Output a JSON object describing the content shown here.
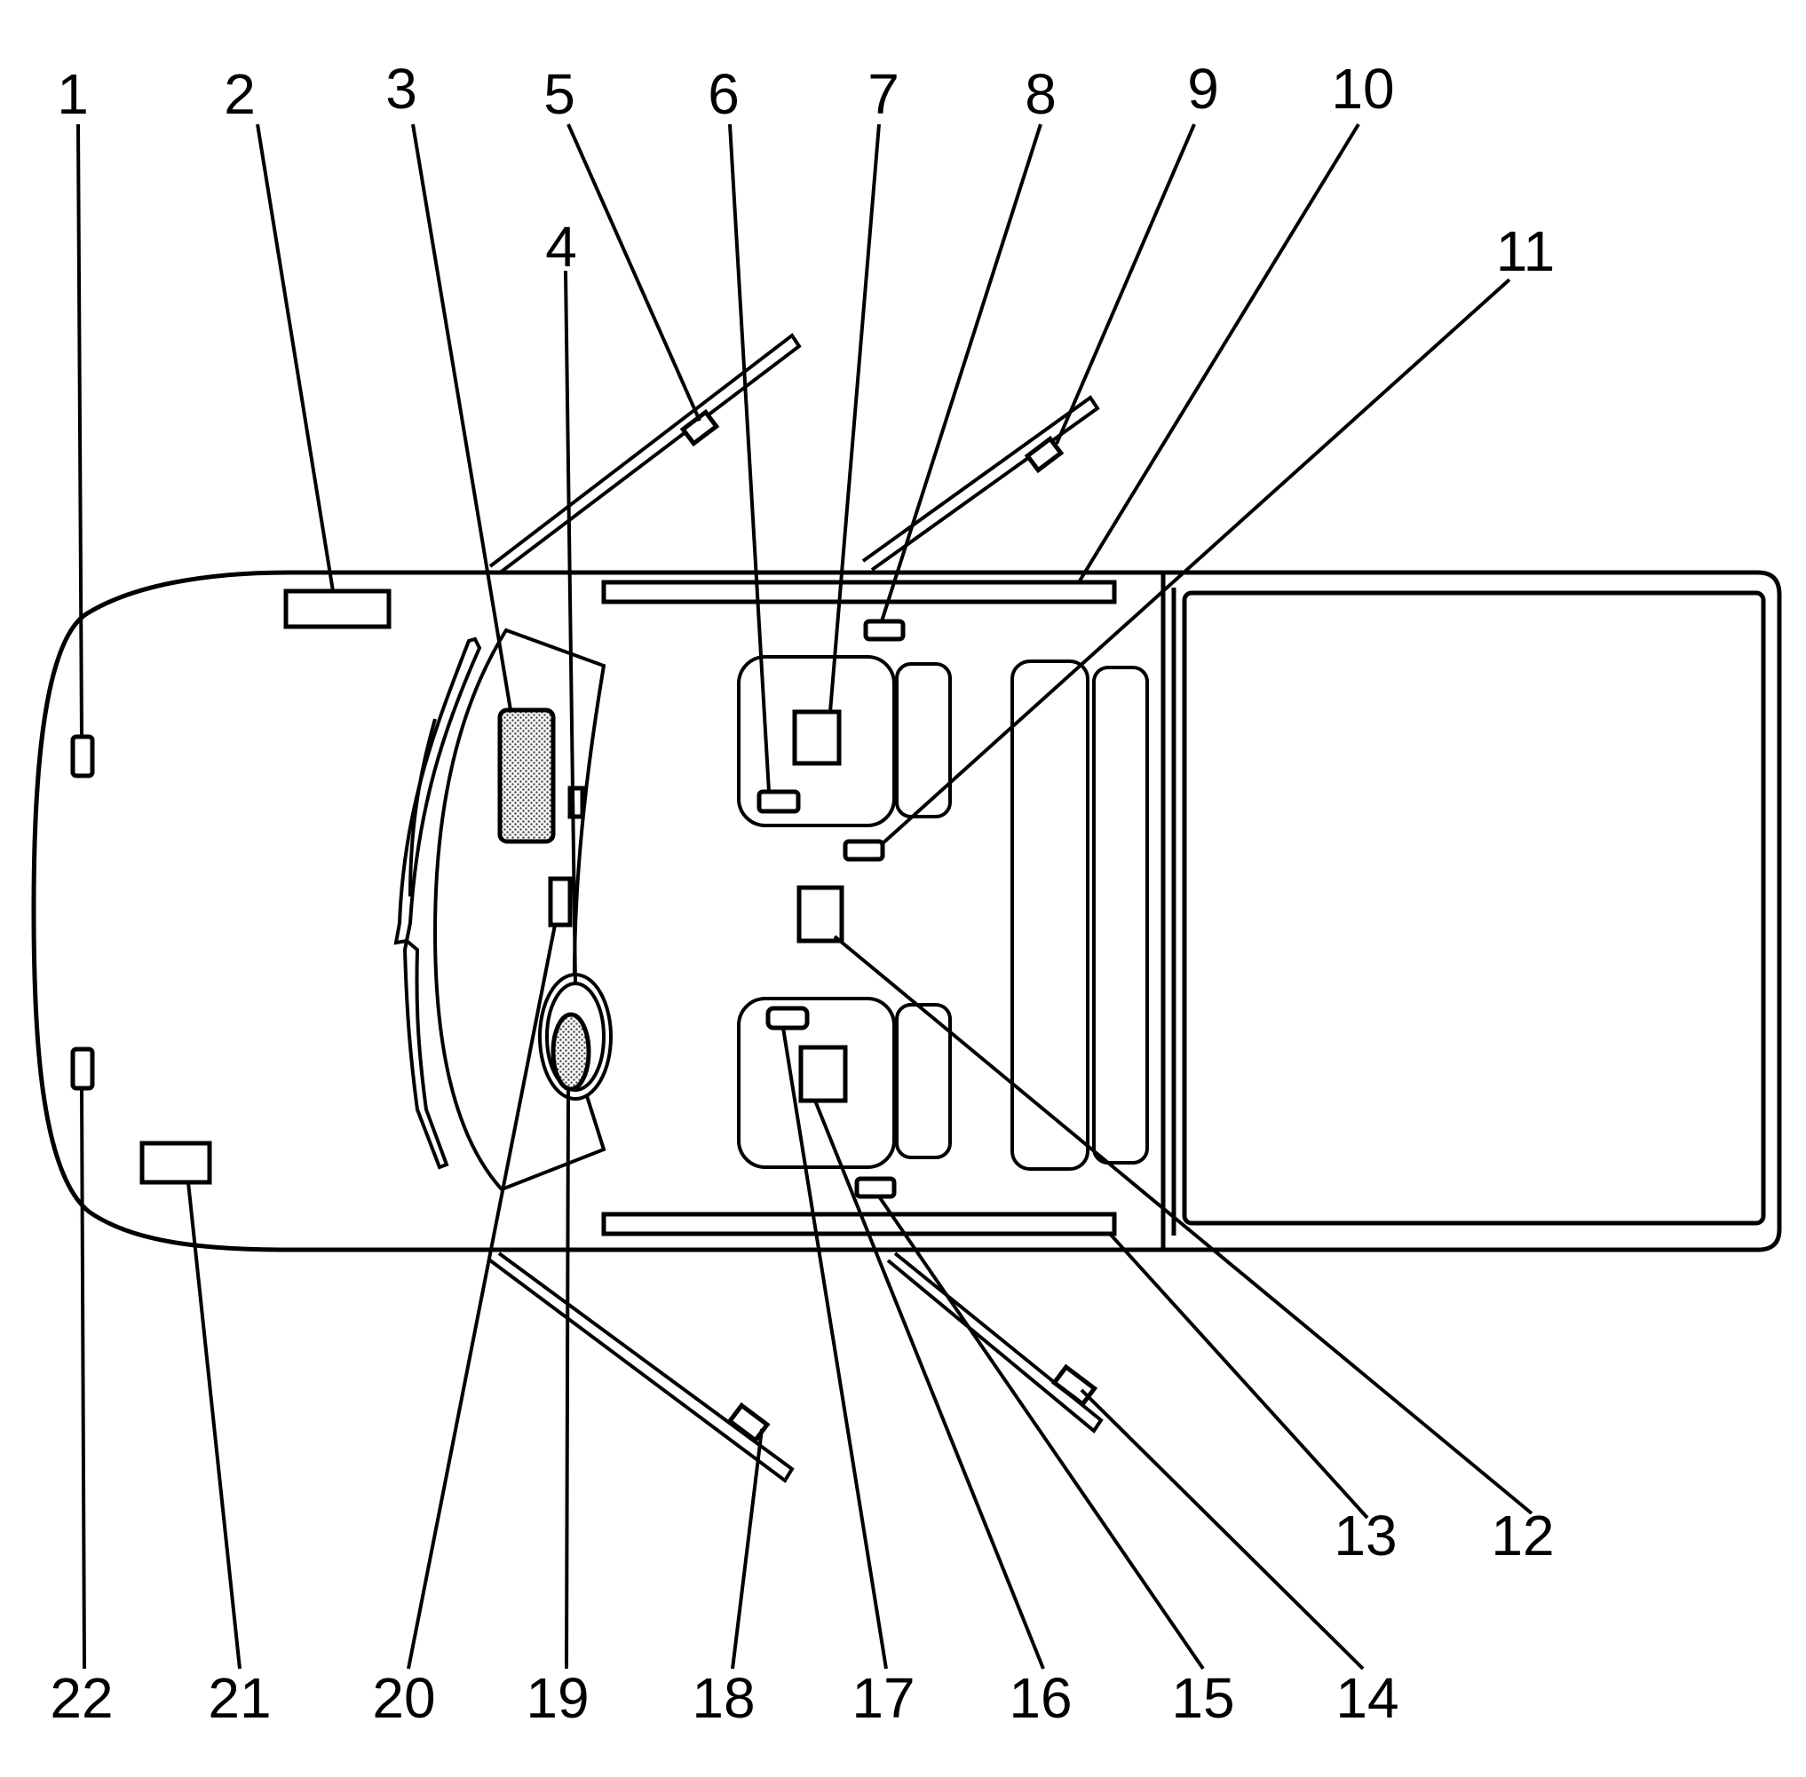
{
  "diagram": {
    "type": "vehicle component location diagram (top view)",
    "colors": {
      "line": "#000000",
      "background": "#ffffff",
      "stipple": "#c8c8c8"
    },
    "callouts": [
      "1",
      "2",
      "3",
      "4",
      "5",
      "6",
      "7",
      "8",
      "9",
      "10",
      "11",
      "12",
      "13",
      "14",
      "15",
      "16",
      "17",
      "18",
      "19",
      "20",
      "21",
      "22"
    ]
  }
}
